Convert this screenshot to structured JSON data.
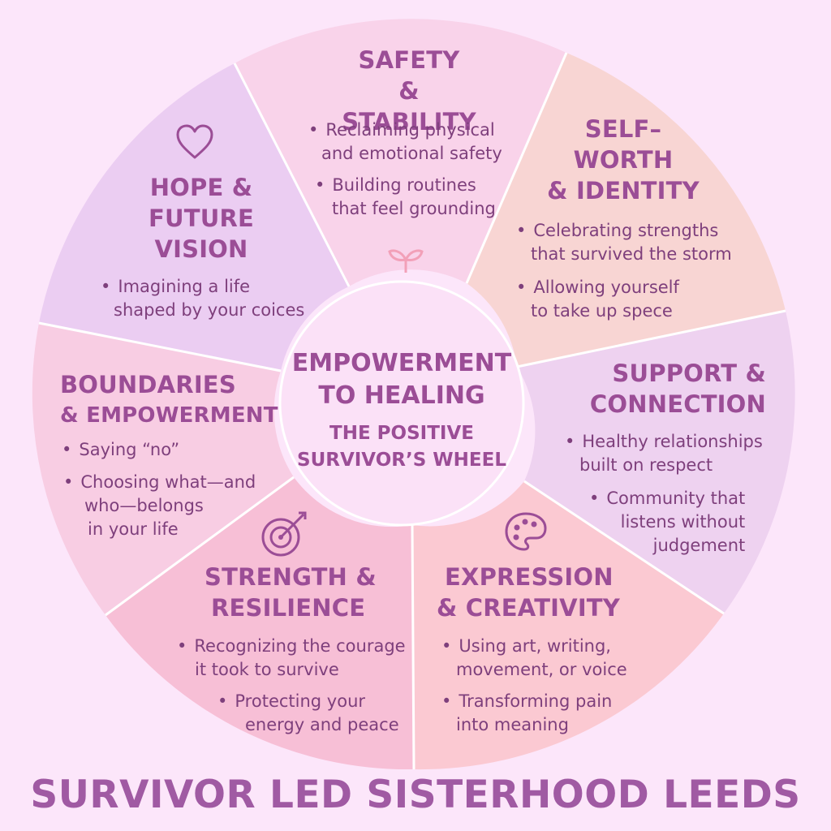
{
  "colors": {
    "background": "#fce6fa",
    "text": "#9b4d96",
    "divider": "#ffffff",
    "safety": "#f9d3ea",
    "selfworth": "#f8d5d3",
    "support": "#eed2f0",
    "expression": "#fbc9d2",
    "strength": "#f7bfd6",
    "boundaries": "#f8cde3",
    "hope": "#ebcdf2",
    "center": "#fbe1f7"
  },
  "icons": {
    "hope": "heart-icon",
    "safety": "sprout-icon",
    "strength": "target-icon",
    "expression": "palette-icon"
  },
  "center": {
    "title": [
      "EMPOWERMENT",
      "TO HEALING"
    ],
    "subtitle": [
      "THE POSITIVE",
      "SURVIVOR’S WHEEL"
    ]
  },
  "segments": {
    "safety": {
      "title": [
        "SAFETY",
        "& STABILITY"
      ],
      "bullets": [
        [
          "Reclaiming physical",
          "and emotional safety"
        ],
        [
          "Building routines",
          "that feel grounding"
        ]
      ]
    },
    "selfworth": {
      "title": [
        "SELF–",
        "WORTH",
        "& IDENTITY"
      ],
      "bullets": [
        [
          "Celebrating strengths",
          "that survived the storm"
        ],
        [
          "Allowing yourself",
          "to take up spece"
        ]
      ]
    },
    "support": {
      "title": [
        "SUPPORT &",
        "CONNECTION"
      ],
      "bullets": [
        [
          "Healthy relationships",
          "built on respect"
        ],
        [
          "Community that",
          "listens without",
          "judgement"
        ]
      ]
    },
    "expression": {
      "title": [
        "EXPRESSION",
        "& CREATIVITY"
      ],
      "bullets": [
        [
          "Using art, writing,",
          "movement, or voice"
        ],
        [
          "Transforming pain",
          "into meaning"
        ]
      ]
    },
    "strength": {
      "title": [
        "STRENGTH &",
        "RESILIENCE"
      ],
      "bullets": [
        [
          "Recognizing the courage",
          "it took to survive"
        ],
        [
          "Protecting your",
          "energy and peace"
        ]
      ]
    },
    "boundaries": {
      "title": [
        "BOUNDARIES",
        "& EMPOWERMENT"
      ],
      "bullets": [
        [
          "Saying “no”"
        ],
        [
          "Choosing what—and",
          "who—belongs",
          "in your life"
        ]
      ]
    },
    "hope": {
      "title": [
        "HOPE &",
        "FUTURE",
        "VISION"
      ],
      "bullets": [
        [
          "Imagining a life",
          "shaped by your coices"
        ]
      ]
    }
  },
  "footer": "SURVIVOR LED SISTERHOOD LEEDS"
}
